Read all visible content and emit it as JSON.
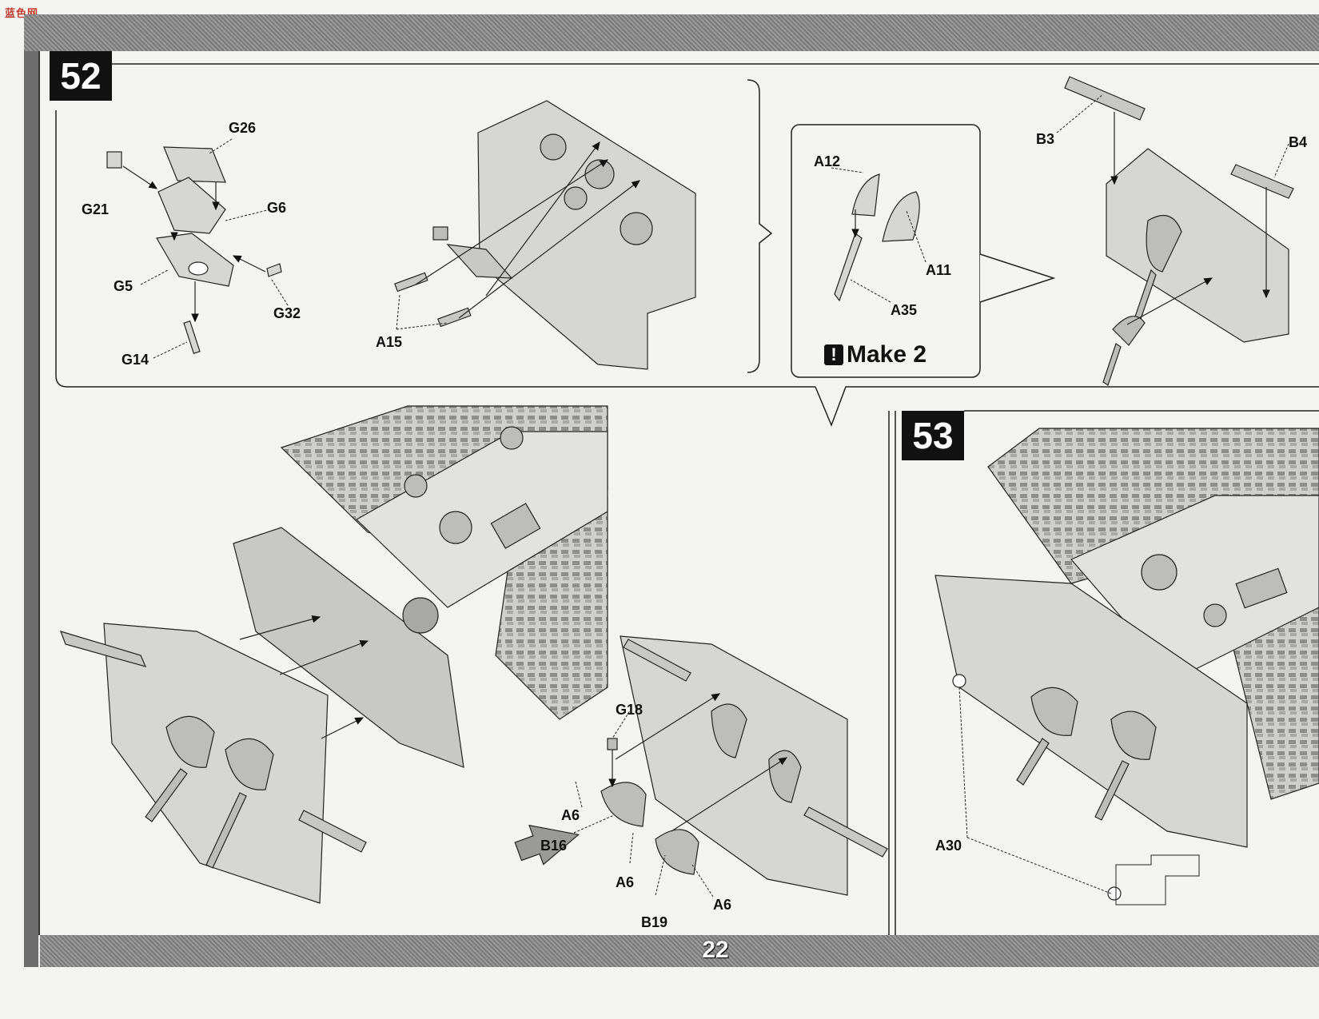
{
  "logo": {
    "text": "蓝色网"
  },
  "page_number": "22",
  "steps": {
    "step_52": {
      "number": "52"
    },
    "step_53": {
      "number": "53"
    }
  },
  "callout": {
    "make_note": "Make 2",
    "icon": "exclamation-icon"
  },
  "labels": {
    "G26": "G26",
    "G21": "G21",
    "G6": "G6",
    "G5": "G5",
    "G32": "G32",
    "G14": "G14",
    "A15": "A15",
    "A12": "A12",
    "A11": "A11",
    "A35": "A35",
    "B3": "B3",
    "B4": "B4",
    "G18": "G18",
    "A6_1": "A6",
    "B16": "B16",
    "A6_2": "A6",
    "A6_3": "A6",
    "B19": "B19",
    "A30": "A30"
  },
  "colors": {
    "badge": "#111111",
    "bar": "#8a8a8a",
    "part_fill": "#d6d6d4",
    "line": "#222222"
  }
}
